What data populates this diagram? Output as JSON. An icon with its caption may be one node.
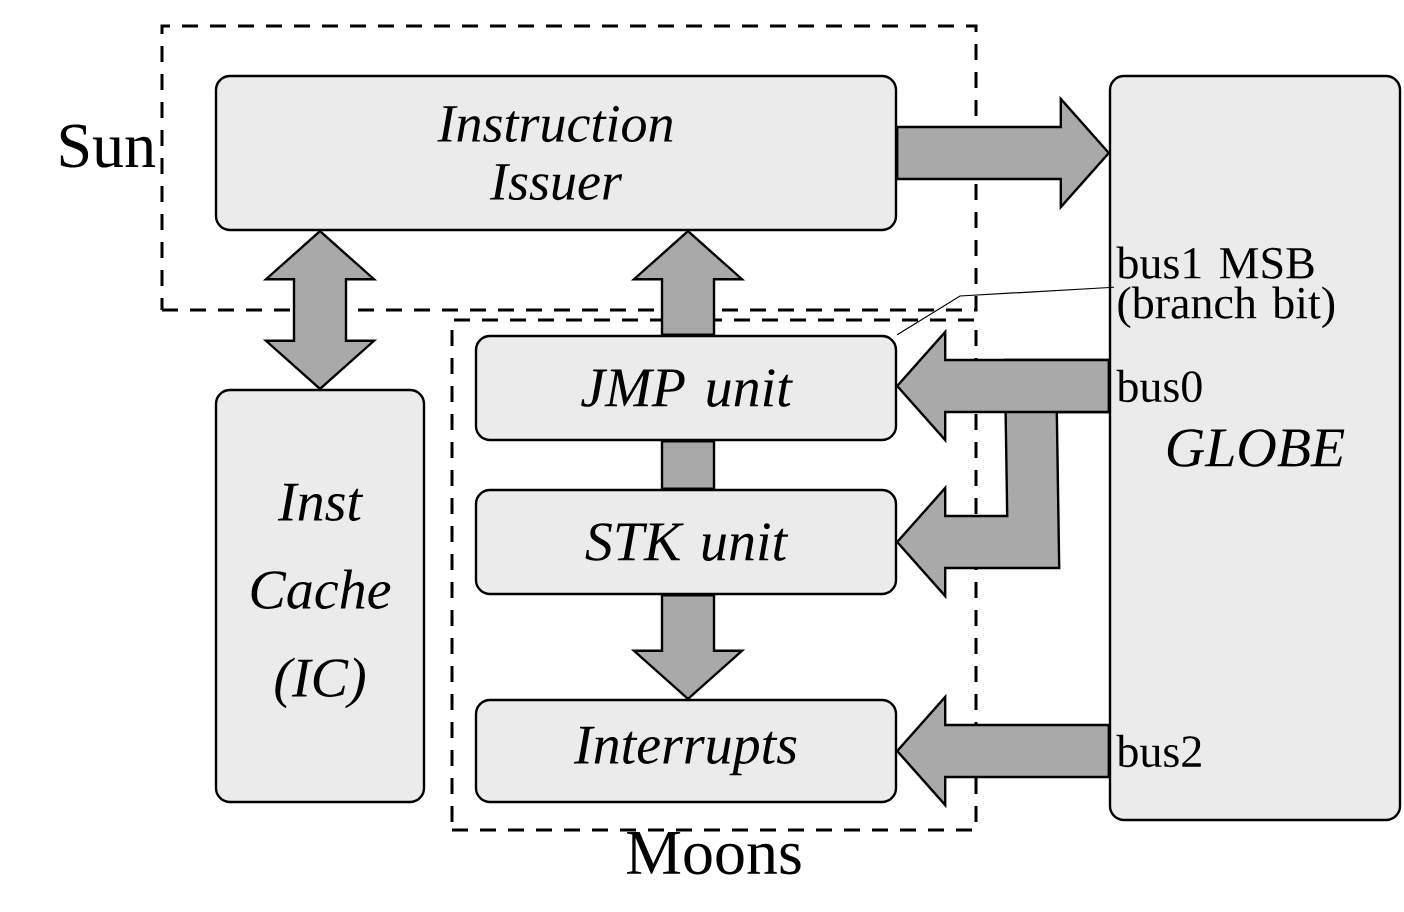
{
  "diagram": {
    "nodes": [
      {
        "text": [
          "Sun"
        ]
      },
      {
        "text": [
          "Instruction Issuer"
        ],
        "in": 0
      },
      {
        "text": [
          "Moons"
        ]
      },
      {
        "text": [
          "JMP unit"
        ],
        "in": 2
      },
      {
        "text": [
          "STK unit"
        ],
        "in": 2
      },
      {
        "text": [
          "Interrupts"
        ],
        "in": 2
      },
      {
        "text": [
          "Inst Cache (IC)"
        ]
      },
      {
        "text": [
          "GLOBE"
        ]
      },
      {
        "text": [
          "bus1 MSB (branch bit)"
        ],
        "in": 7
      }
    ],
    "edges": [
      {
        "from": 1,
        "to": 7,
        "arrow": "to",
        "style": "thick"
      },
      {
        "from": 1,
        "to": 6,
        "arrow": "both",
        "style": "thick"
      },
      {
        "from": 3,
        "to": 1,
        "arrow": "to",
        "style": "thick"
      },
      {
        "from": 4,
        "to": 3,
        "arrow": "none",
        "style": "thick"
      },
      {
        "from": 4,
        "to": 5,
        "arrow": "to",
        "style": "thick"
      },
      {
        "from": 7,
        "to": 3,
        "arrow": "to",
        "style": "thick"
      },
      {
        "from": 7,
        "to": 4,
        "arrow": "to",
        "style": "thick"
      },
      {
        "from": 7,
        "to": 5,
        "arrow": "to",
        "style": "thick"
      },
      {
        "from": 8,
        "to": 3,
        "arrow": "none"
      }
    ],
    "labels": [
      "bus0",
      "bus2"
    ]
  }
}
